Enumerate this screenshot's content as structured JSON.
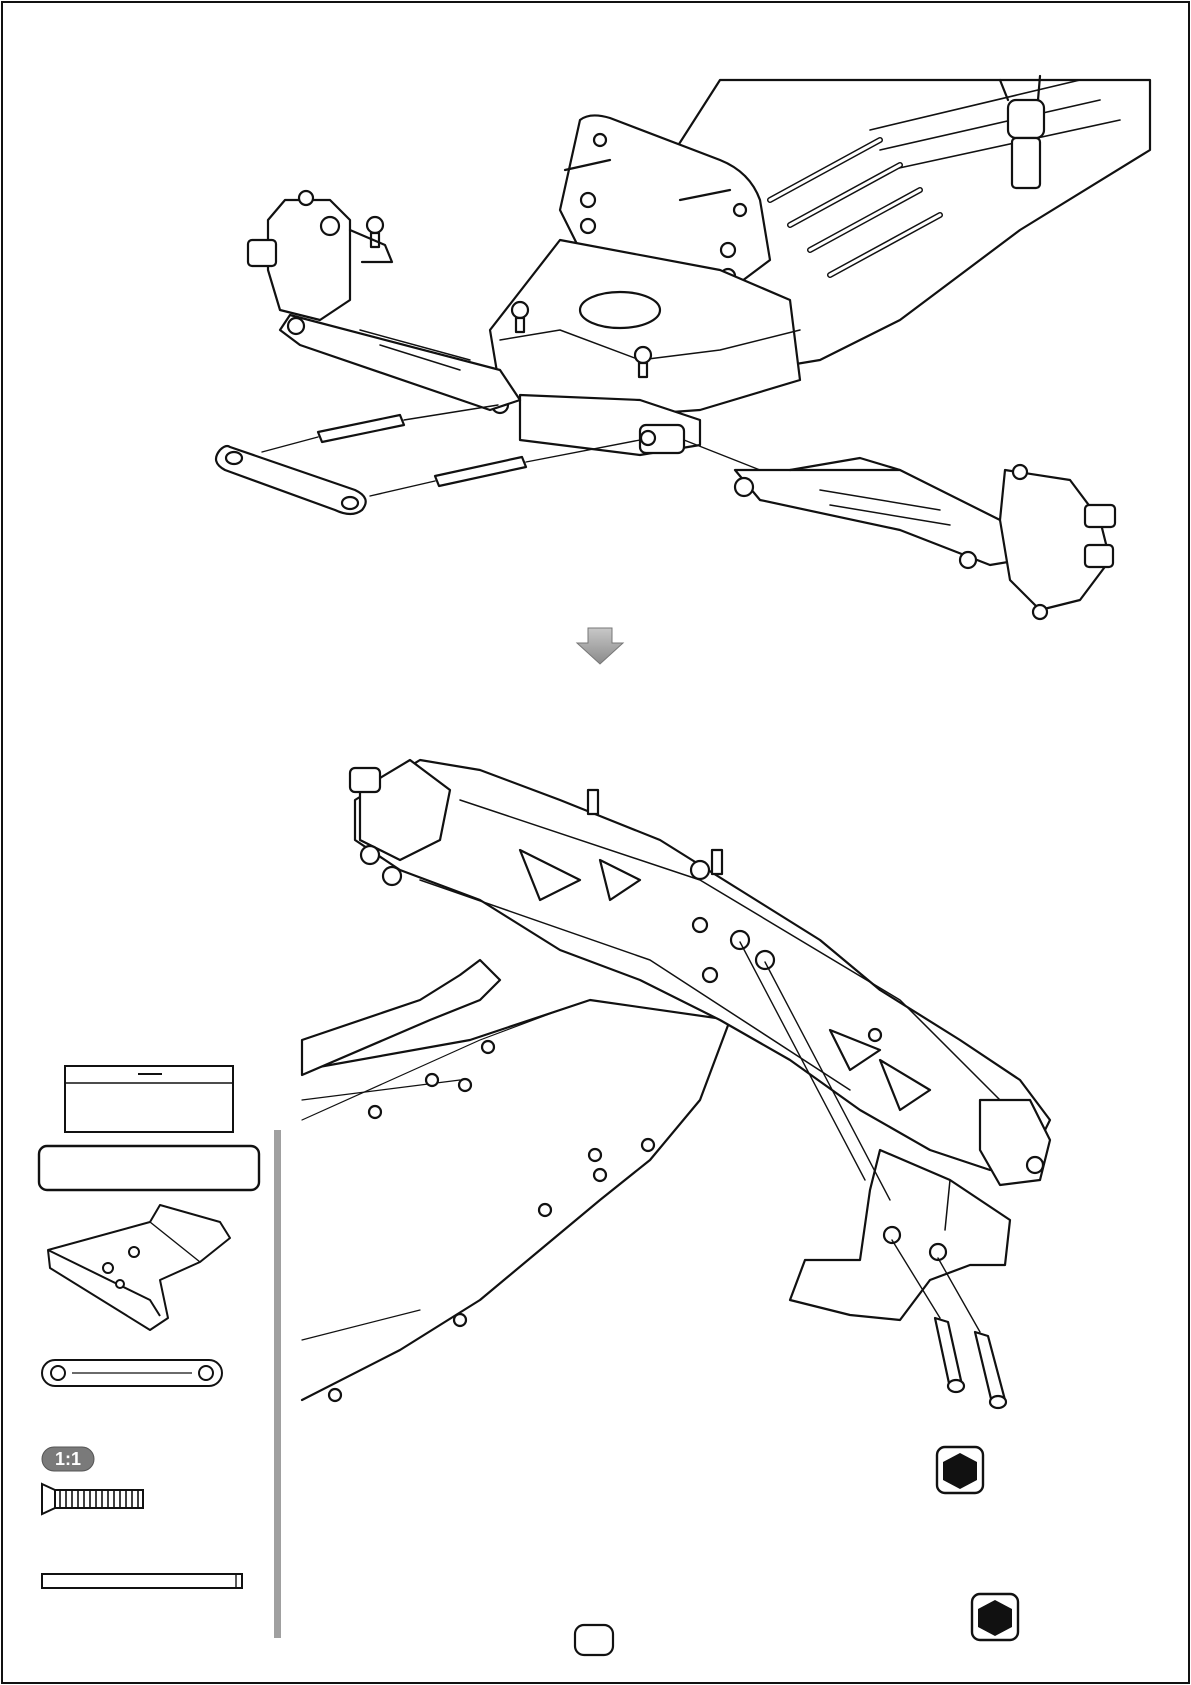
{
  "page": {
    "page_number": "",
    "step_label": ""
  },
  "arrow": {
    "icon": "down-arrow-icon",
    "color": "#9a9a9a"
  },
  "parts_box": {
    "header": "",
    "label": ""
  },
  "parts": [
    {
      "id": "skid-plate",
      "icon": "skid-plate-icon",
      "qty": ""
    },
    {
      "id": "turnbuckle-link",
      "icon": "link-bar-icon",
      "qty": ""
    },
    {
      "id": "screw",
      "icon": "flat-head-screw-icon",
      "scale_badge": "1:1",
      "qty": ""
    },
    {
      "id": "pin",
      "icon": "hinge-pin-icon",
      "qty": ""
    }
  ],
  "tools": [
    {
      "icon": "hex-wrench-icon",
      "label": ""
    },
    {
      "icon": "hex-wrench-icon",
      "label": ""
    }
  ],
  "colors": {
    "line": "#111111",
    "divider": "#a0a0a0",
    "arrow": "#9a9a9a"
  }
}
